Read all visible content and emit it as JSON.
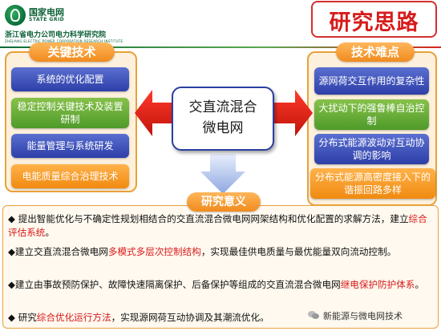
{
  "header": {
    "org_cn": "国家电网",
    "org_en": "STATE GRID",
    "institute_cn": "浙江省电力公司电力科学研究院",
    "institute_en": "ZHEJIANG ELECTRIC POWER CORPORATION RESEARCH INSTITUTE",
    "title": "研究思路"
  },
  "left_panel": {
    "title": "关键技术",
    "items": [
      "系统的优化配置",
      "稳定控制关键技术及装置研制",
      "能量管理与系统研发",
      "电能质量综合治理技术"
    ]
  },
  "right_panel": {
    "title": "技术难点",
    "items": [
      "源网荷交互作用的复杂性",
      "大扰动下的强鲁棒自治控制",
      "分布式能源波动对互动协调的影响",
      "分布式能源高密度接入下的谐振回路多样"
    ]
  },
  "center": {
    "line1": "交直流混合",
    "line2": "微电网"
  },
  "meaning_label": "研究意义",
  "bullets": [
    {
      "parts": [
        "◆ 提出智能优化与不确定性规划相结合的交直流混合微电网网架结构和优化配置的求解方法，建立",
        "综合评估系统",
        "。"
      ]
    },
    {
      "parts": [
        "◆建立交直流混合微电网",
        "多模式多层次控制结构",
        "，实现最佳供电质量与最优能量双向流动控制。"
      ]
    },
    {
      "parts": [
        "◆建立由事故预防保护、故障快速隔离保护、后备保护等组成的交直流混合微电网",
        "继电保护防护体系",
        "。"
      ]
    },
    {
      "parts": [
        "◆ 研究",
        "综合优化运行方法",
        "，实现源网荷互动协调及其潮流优化。"
      ]
    }
  ],
  "watermark": "新能源与微电网技术",
  "colors": {
    "accent_red": "#d71b1b",
    "brand_green": "#0b6b3a",
    "panel_orange": "#f08b1e",
    "item_blue": "#2e3fa8"
  }
}
